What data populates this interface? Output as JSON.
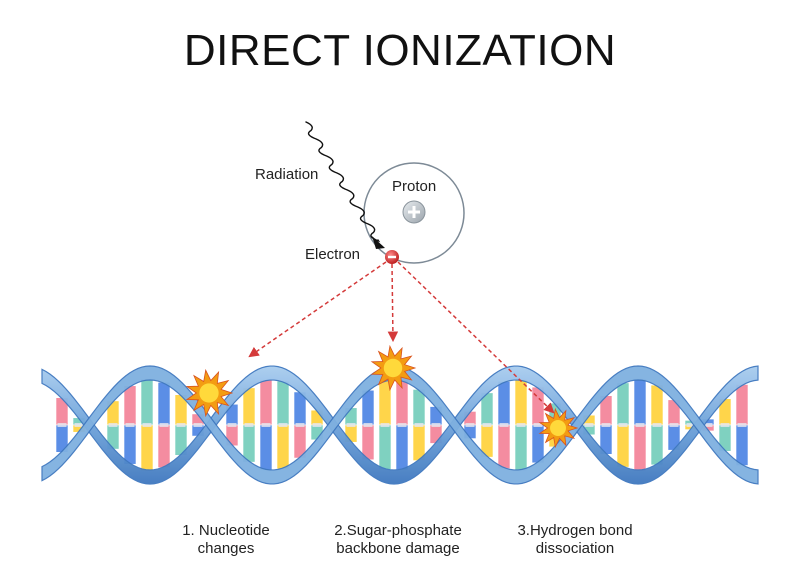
{
  "title": "DIRECT IONIZATION",
  "labels": {
    "radiation": "Radiation",
    "proton": "Proton",
    "electron": "Electron"
  },
  "captions": [
    {
      "line1": "1. Nucleotide",
      "line2": "changes"
    },
    {
      "line1": "2.Sugar-phosphate",
      "line2": "backbone damage"
    },
    {
      "line1": "3.Hydrogen bond",
      "line2": "dissociation"
    }
  ],
  "icons": {
    "proton": "plus-sign",
    "electron": "minus-sign",
    "damage": "starburst"
  },
  "colors": {
    "backbone": "#7fb0e0",
    "backbone_dark": "#3f78bf",
    "arrow_dashed": "#d43a3a",
    "electron": "#d62828",
    "proton": "#c0c6cc",
    "burst_outer": "#f39c12",
    "burst_inner": "#ffd93b",
    "base_colors": [
      "#f48ca0",
      "#ffd54a",
      "#5b8ee6",
      "#7fd1c0",
      "#c9c9d6",
      "#e6e6ee"
    ]
  }
}
